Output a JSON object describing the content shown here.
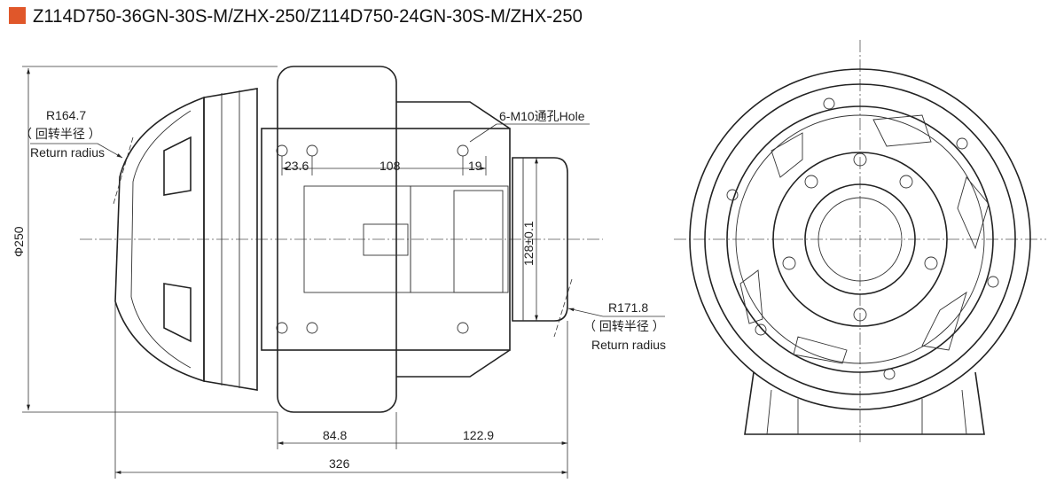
{
  "title": "Z114D750-36GN-30S-M/ZHX-250/Z114D750-24GN-30S-M/ZHX-250",
  "accent_color": "#e0572a",
  "side_view": {
    "return_radius_left": {
      "value": "R164.7",
      "cn": "（ 回转半径 ）",
      "en": "Return radius"
    },
    "return_radius_right": {
      "value": "R171.8",
      "cn": "（ 回转半径 ）",
      "en": "Return radius"
    },
    "hole_note": "6-M10通孔Hole",
    "dims": {
      "diameter": "Φ250",
      "d1": "23.6",
      "d2": "108",
      "d3": "19",
      "height": "128±0.1",
      "w1": "84.8",
      "w2": "122.9",
      "total": "326"
    }
  }
}
